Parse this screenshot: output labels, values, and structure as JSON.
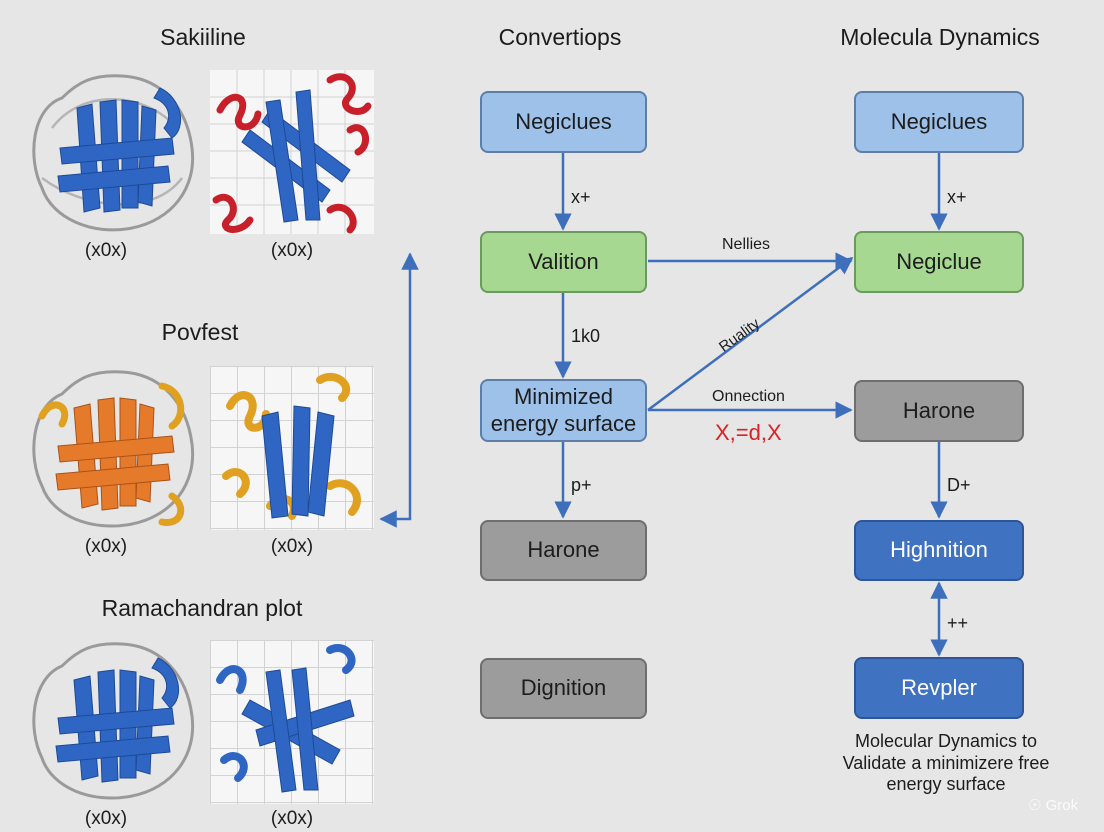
{
  "left_column": {
    "sections": [
      {
        "heading": "Sakiiline",
        "captions": [
          "(x0x)",
          "(x0x)"
        ]
      },
      {
        "heading": "Povfest",
        "captions": [
          "(x0x)",
          "(x0x)"
        ]
      },
      {
        "heading": "Ramachandran plot",
        "captions": [
          "(x0x)",
          "(x0x)"
        ]
      }
    ]
  },
  "middle_column": {
    "heading": "Convertiops",
    "nodes": [
      "Negiclues",
      "Valition",
      "Minimized energy surface",
      "Harone",
      "Dignition"
    ],
    "edge_labels": [
      "x+",
      "1k0",
      "p+"
    ]
  },
  "right_column": {
    "heading": "Molecula Dynamics",
    "nodes": [
      "Negiclues",
      "Negiclue",
      "Harone",
      "Highnition",
      "Revpler"
    ],
    "edge_labels": [
      "x+",
      "D+",
      "++"
    ],
    "footer": "Molecular Dynamics to Validate a minimizere free energy surface"
  },
  "cross_labels": {
    "nellies": "Nellies",
    "quality": "Ruality",
    "connection": "Onnection",
    "formula": "X,=d,X"
  },
  "watermark": "Grok",
  "colors": {
    "arrow": "#3d6fbd",
    "formula": "#e02020",
    "ribbon_blue": "#2f66c4",
    "ribbon_red": "#c8202b",
    "ribbon_orange": "#e57b2a",
    "ribbon_gold": "#e0a020",
    "coil_gray": "#9a9a9a"
  }
}
